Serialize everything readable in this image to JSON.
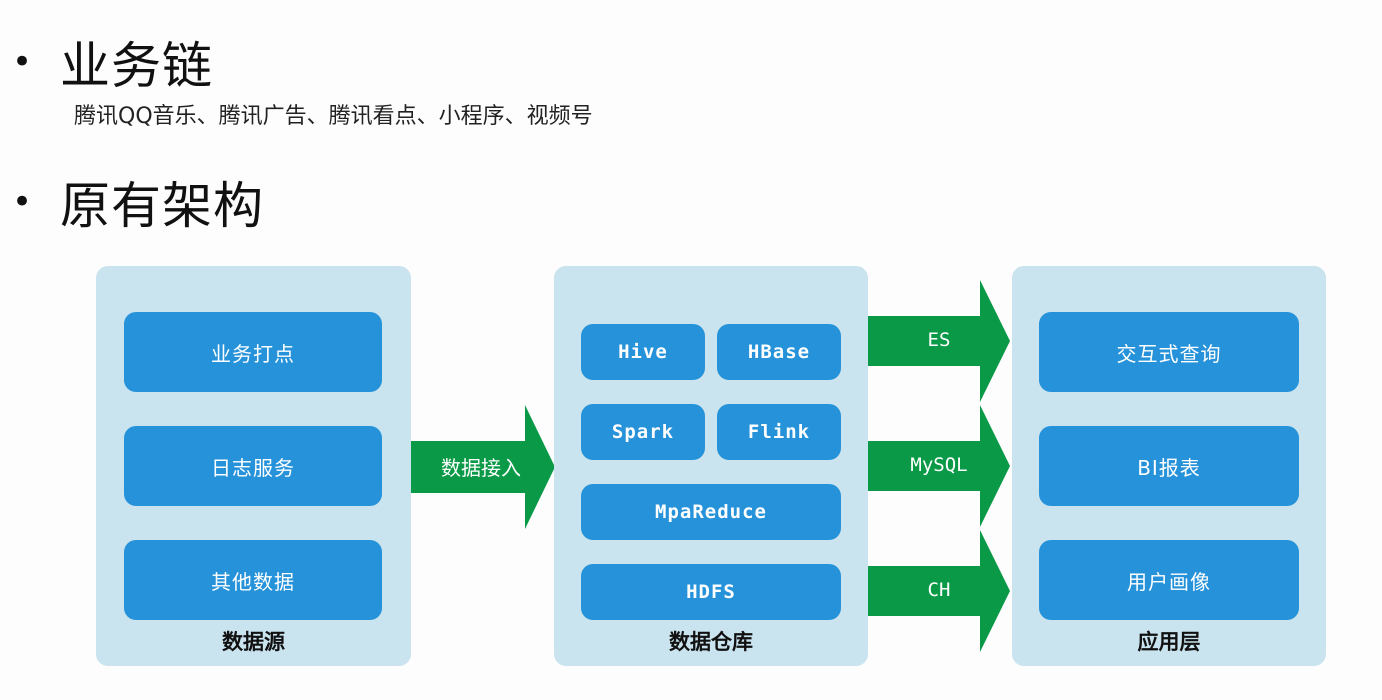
{
  "section1": {
    "bullet": "•",
    "heading": "业务链",
    "subtext": "腾讯QQ音乐、腾讯广告、腾讯看点、小程序、视频号"
  },
  "section2": {
    "bullet": "•",
    "heading": "原有架构"
  },
  "diagram": {
    "source_panel": {
      "label": "数据源",
      "items": [
        "业务打点",
        "日志服务",
        "其他数据"
      ]
    },
    "ingest_arrow": {
      "label": "数据接入"
    },
    "warehouse_panel": {
      "label": "数据仓库",
      "row1": [
        "Hive",
        "HBase"
      ],
      "row2": [
        "Spark",
        "Flink"
      ],
      "wide": [
        "MpaReduce",
        "HDFS"
      ]
    },
    "output_arrows": [
      "ES",
      "MySQL",
      "CH"
    ],
    "app_panel": {
      "label": "应用层",
      "items": [
        "交互式查询",
        "BI报表",
        "用户画像"
      ]
    }
  },
  "colors": {
    "panel_bg": "#c9e3ef",
    "box_blue": "#2592da",
    "arrow_green": "#0a9a47"
  }
}
